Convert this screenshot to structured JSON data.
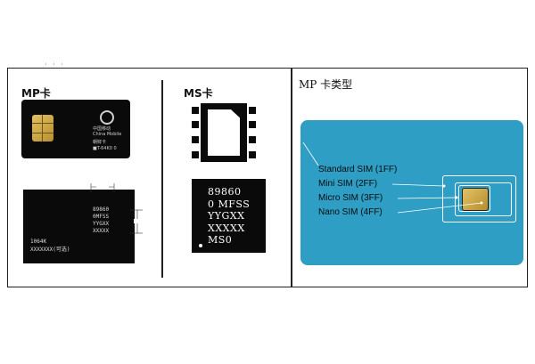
{
  "panels": {
    "mp_title": "MP卡",
    "ms_title": "MS卡",
    "type_title": "MP 卡类型"
  },
  "mp_card": {
    "operator_cn": "中国移动",
    "operator_en": "China Mobile",
    "line1": "朝鲜卡",
    "line2": "■T-64K0 0"
  },
  "mp_card_back": {
    "code_lines": [
      "89860",
      "0MFSS",
      "YYGXX",
      "XXXXX"
    ],
    "bottom_line1": "1064K",
    "bottom_line2": "XXXXXXX(可选)"
  },
  "ms_card": {
    "code_lines": [
      "89860",
      "0 MFSS",
      "YYGXX",
      "XXXXX",
      "MS0"
    ]
  },
  "sim_types": {
    "labels": [
      "Standard SIM (1FF)",
      "Mini SIM (2FF)",
      "Micro SIM (3FF)",
      "Nano SIM (4FF)"
    ]
  },
  "colors": {
    "sim_blue": "#2f9ec4",
    "chip_gold": "#d4b04f",
    "card_black": "#0a0a0a"
  }
}
